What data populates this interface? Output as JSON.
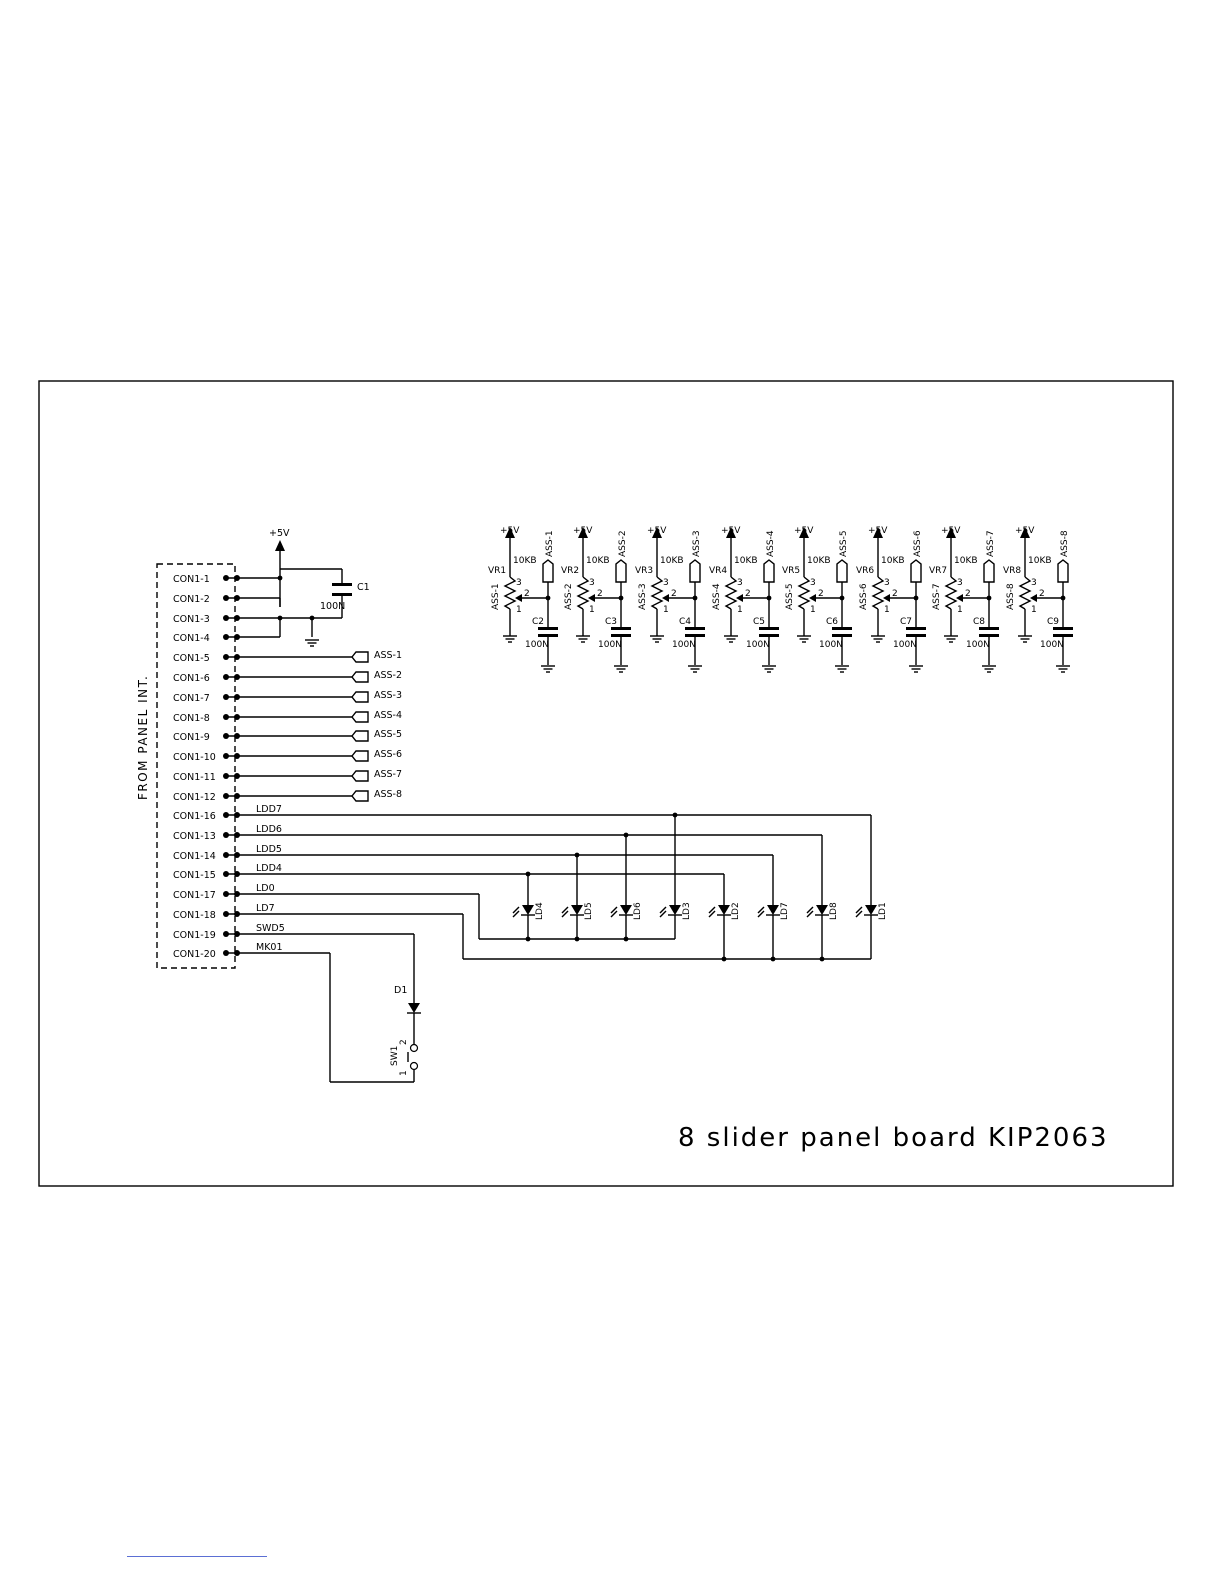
{
  "title": "8 slider panel board KIP2063",
  "connector": {
    "side_label": "FROM PANEL INT.",
    "pins": [
      "CON1-1",
      "CON1-2",
      "CON1-3",
      "CON1-4",
      "CON1-5",
      "CON1-6",
      "CON1-7",
      "CON1-8",
      "CON1-9",
      "CON1-10",
      "CON1-11",
      "CON1-12",
      "CON1-16",
      "CON1-13",
      "CON1-14",
      "CON1-15",
      "CON1-17",
      "CON1-18",
      "CON1-19",
      "CON1-20"
    ]
  },
  "power": {
    "label": "+5V"
  },
  "c1": {
    "ref": "C1",
    "value": "100N"
  },
  "ports": [
    "ASS-1",
    "ASS-2",
    "ASS-3",
    "ASS-4",
    "ASS-5",
    "ASS-6",
    "ASS-7",
    "ASS-8"
  ],
  "net_labels": [
    "LDD7",
    "LDD6",
    "LDD5",
    "LDD4",
    "LD0",
    "LD7",
    "SWD5",
    "MK01"
  ],
  "sliders": [
    {
      "vr": "VR1",
      "value": "10KB",
      "net": "ASS-1",
      "cap": "C2",
      "cap_value": "100N"
    },
    {
      "vr": "VR2",
      "value": "10KB",
      "net": "ASS-2",
      "cap": "C3",
      "cap_value": "100N"
    },
    {
      "vr": "VR3",
      "value": "10KB",
      "net": "ASS-3",
      "cap": "C4",
      "cap_value": "100N"
    },
    {
      "vr": "VR4",
      "value": "10KB",
      "net": "ASS-4",
      "cap": "C5",
      "cap_value": "100N"
    },
    {
      "vr": "VR5",
      "value": "10KB",
      "net": "ASS-5",
      "cap": "C6",
      "cap_value": "100N"
    },
    {
      "vr": "VR6",
      "value": "10KB",
      "net": "ASS-6",
      "cap": "C7",
      "cap_value": "100N"
    },
    {
      "vr": "VR7",
      "value": "10KB",
      "net": "ASS-7",
      "cap": "C8",
      "cap_value": "100N"
    },
    {
      "vr": "VR8",
      "value": "10KB",
      "net": "ASS-8",
      "cap": "C9",
      "cap_value": "100N"
    }
  ],
  "pin_numbers": [
    "1",
    "2",
    "3"
  ],
  "leds": [
    "LD4",
    "LD5",
    "LD6",
    "LD3",
    "LD2",
    "LD7",
    "LD8",
    "LD1"
  ],
  "diode": "D1",
  "switch": {
    "ref": "SW1",
    "pins": [
      "1",
      "2"
    ]
  }
}
